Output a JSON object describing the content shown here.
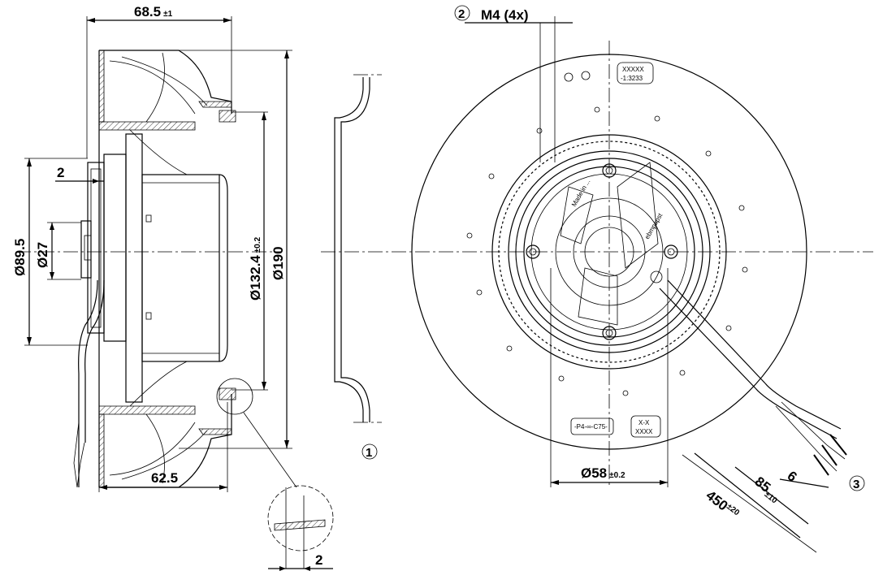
{
  "side_view": {
    "overall_depth": "68.5",
    "overall_depth_tol": "±1",
    "body_depth": "62.5",
    "wall_offset": "2",
    "diameter_hub": "Ø89.5",
    "diameter_shaft": "Ø27",
    "diameter_inlet": "Ø132.4",
    "diameter_inlet_tol": "±0.2",
    "diameter_outer": "Ø190"
  },
  "detail_view": {
    "gap": "2"
  },
  "inlet_ring": {
    "callout": "1"
  },
  "front_view": {
    "screw_callout": "2",
    "screw_label": "M4 (4x)",
    "bolt_circle": "Ø58",
    "bolt_circle_tol": "±0.2",
    "label_top_line1": "XXXXX",
    "label_top_line2": "-1:3233",
    "label_bottom_line1": "X-X",
    "label_bottom_line2": "XXXX",
    "label_left": "-P4-∞-C75-",
    "brand": "ebmpapst",
    "motor_note": "Made in ..."
  },
  "cable": {
    "length": "450",
    "length_tol": "±20",
    "strip_length": "85",
    "strip_tol": "±10",
    "wire_strip": "6",
    "callout": "3"
  }
}
